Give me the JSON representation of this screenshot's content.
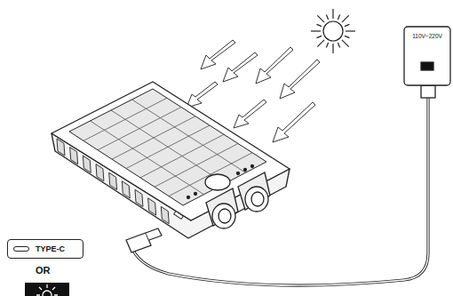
{
  "diagram": {
    "nodes": [
      {
        "text": [
          "TYPE-C"
        ]
      },
      {
        "text": [
          "110V~220V"
        ]
      }
    ],
    "labels": [
      "OR"
    ]
  }
}
